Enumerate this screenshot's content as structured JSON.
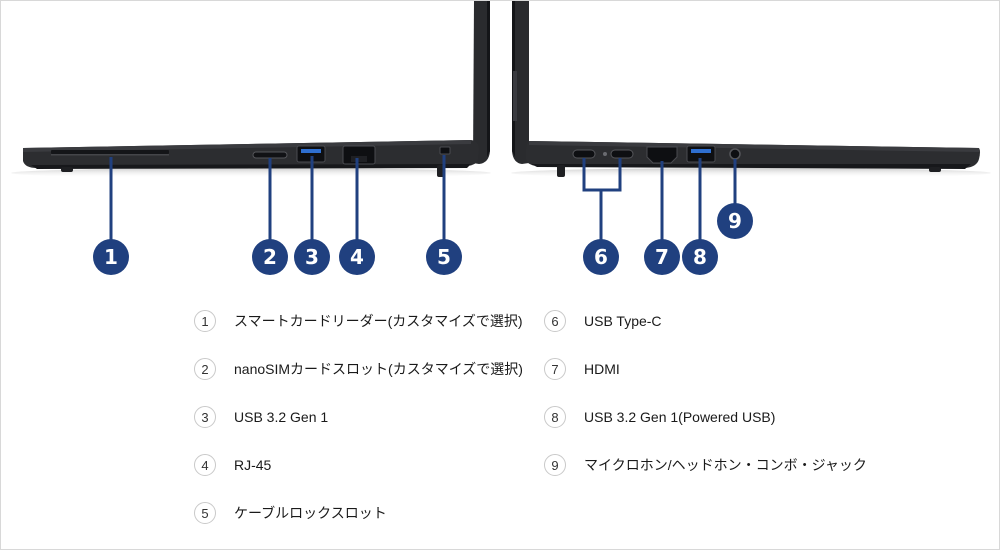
{
  "colors": {
    "badge": "#20407f",
    "leader": "#20407f",
    "laptop_body": "#2b2c2f",
    "laptop_edge": "#15161a",
    "background": "#ffffff"
  },
  "callouts": [
    {
      "number": "1"
    },
    {
      "number": "2"
    },
    {
      "number": "3"
    },
    {
      "number": "4"
    },
    {
      "number": "5"
    },
    {
      "number": "6"
    },
    {
      "number": "7"
    },
    {
      "number": "8"
    },
    {
      "number": "9"
    }
  ],
  "legend": [
    {
      "number": "1",
      "label": "スマートカードリーダー(カスタマイズで選択)"
    },
    {
      "number": "2",
      "label": "nanoSIMカードスロット(カスタマイズで選択)"
    },
    {
      "number": "3",
      "label": "USB 3.2 Gen 1"
    },
    {
      "number": "4",
      "label": "RJ-45"
    },
    {
      "number": "5",
      "label": "ケーブルロックスロット"
    },
    {
      "number": "6",
      "label": "USB Type-C"
    },
    {
      "number": "7",
      "label": "HDMI"
    },
    {
      "number": "8",
      "label": "USB 3.2 Gen 1(Powered USB)"
    },
    {
      "number": "9",
      "label": "マイクロホン/ヘッドホン・コンボ・ジャック"
    }
  ]
}
